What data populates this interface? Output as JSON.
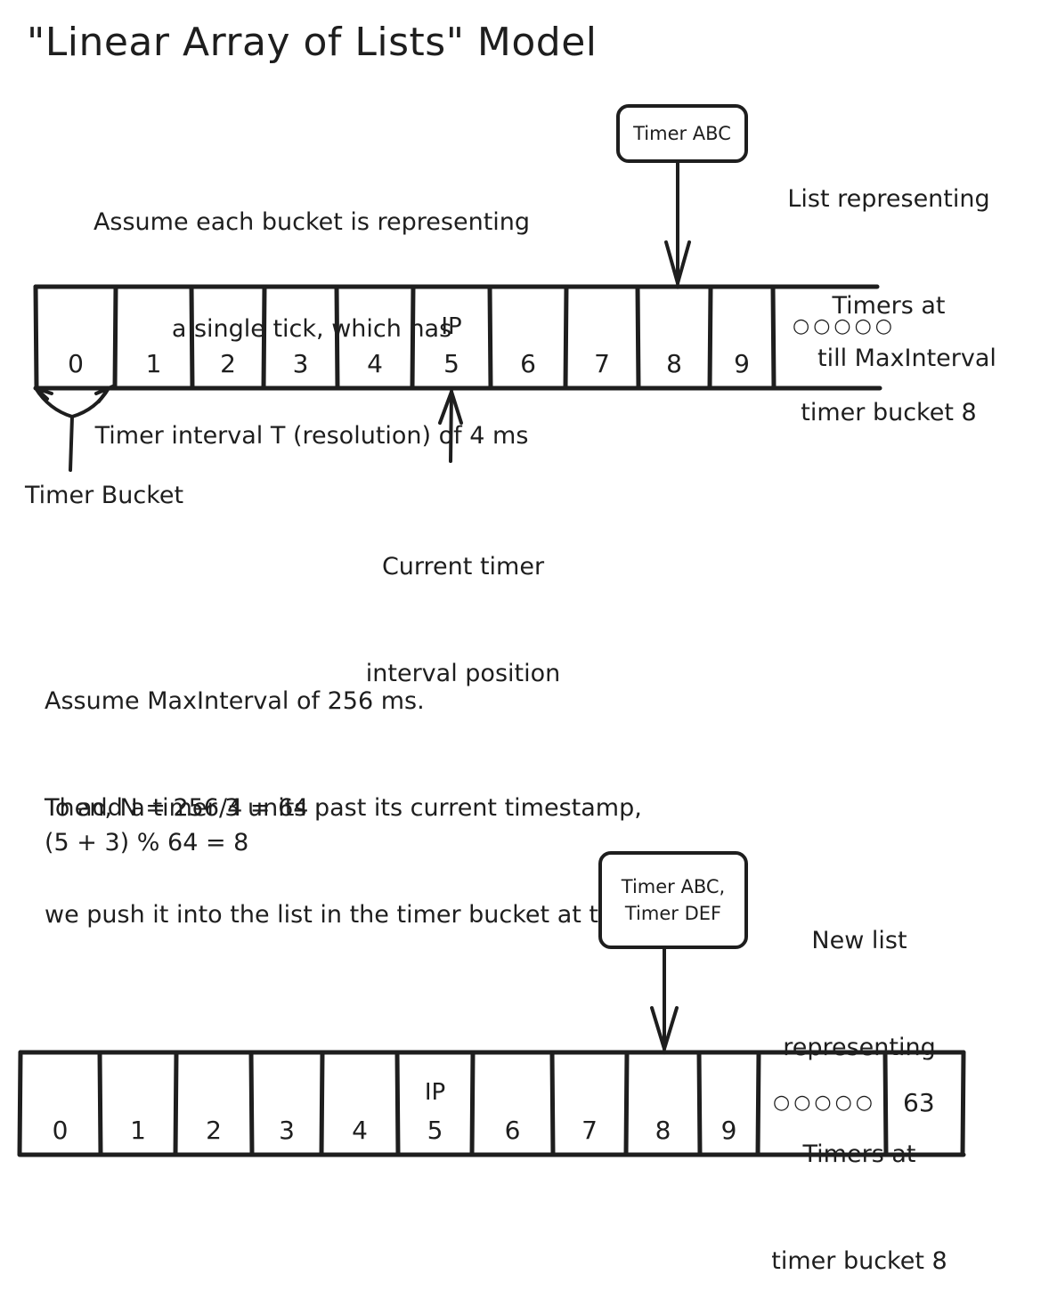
{
  "title": "\"Linear Array of Lists\" Model",
  "assumption_note": {
    "lines": [
      "Assume each bucket is representing",
      "a single tick, which has",
      "Timer interval T (resolution) of 4 ms"
    ]
  },
  "top_array": {
    "cells": [
      "0",
      "1",
      "2",
      "3",
      "4",
      "5",
      "6",
      "7",
      "8",
      "9"
    ],
    "ip_marker": "IP",
    "ip_index": 5,
    "overflow_dots": "○○○○○",
    "overflow_label": "till MaxInterval",
    "list_node": {
      "label": "Timer ABC",
      "target_index": 8
    },
    "list_caption": [
      "List representing",
      "Timers at",
      "timer bucket 8"
    ],
    "bucket_caption": "Timer Bucket",
    "position_caption": [
      "Current timer",
      "interval position"
    ]
  },
  "calc_note": {
    "lines": [
      "Assume MaxInterval of 256 ms.",
      "Then, N = 256/4 = 64"
    ]
  },
  "insert_note": {
    "lines": [
      "To add a timer 3 units past its current timestamp,",
      "we push it into the list in the timer bucket at the index"
    ]
  },
  "formula": "(5 + 3) % 64 = 8",
  "bottom_array": {
    "cells": [
      "0",
      "1",
      "2",
      "3",
      "4",
      "5",
      "6",
      "7",
      "8",
      "9"
    ],
    "ip_marker": "IP",
    "ip_index": 5,
    "overflow_dots": "○○○○○",
    "last_cell": "63",
    "list_node": {
      "label": "Timer ABC,\nTimer DEF",
      "target_index": 8
    },
    "list_caption": [
      "New list",
      "representing",
      "Timers at",
      "timer bucket 8"
    ]
  },
  "colors": {
    "stroke": "#1e1e1e",
    "background": "#ffffff"
  }
}
